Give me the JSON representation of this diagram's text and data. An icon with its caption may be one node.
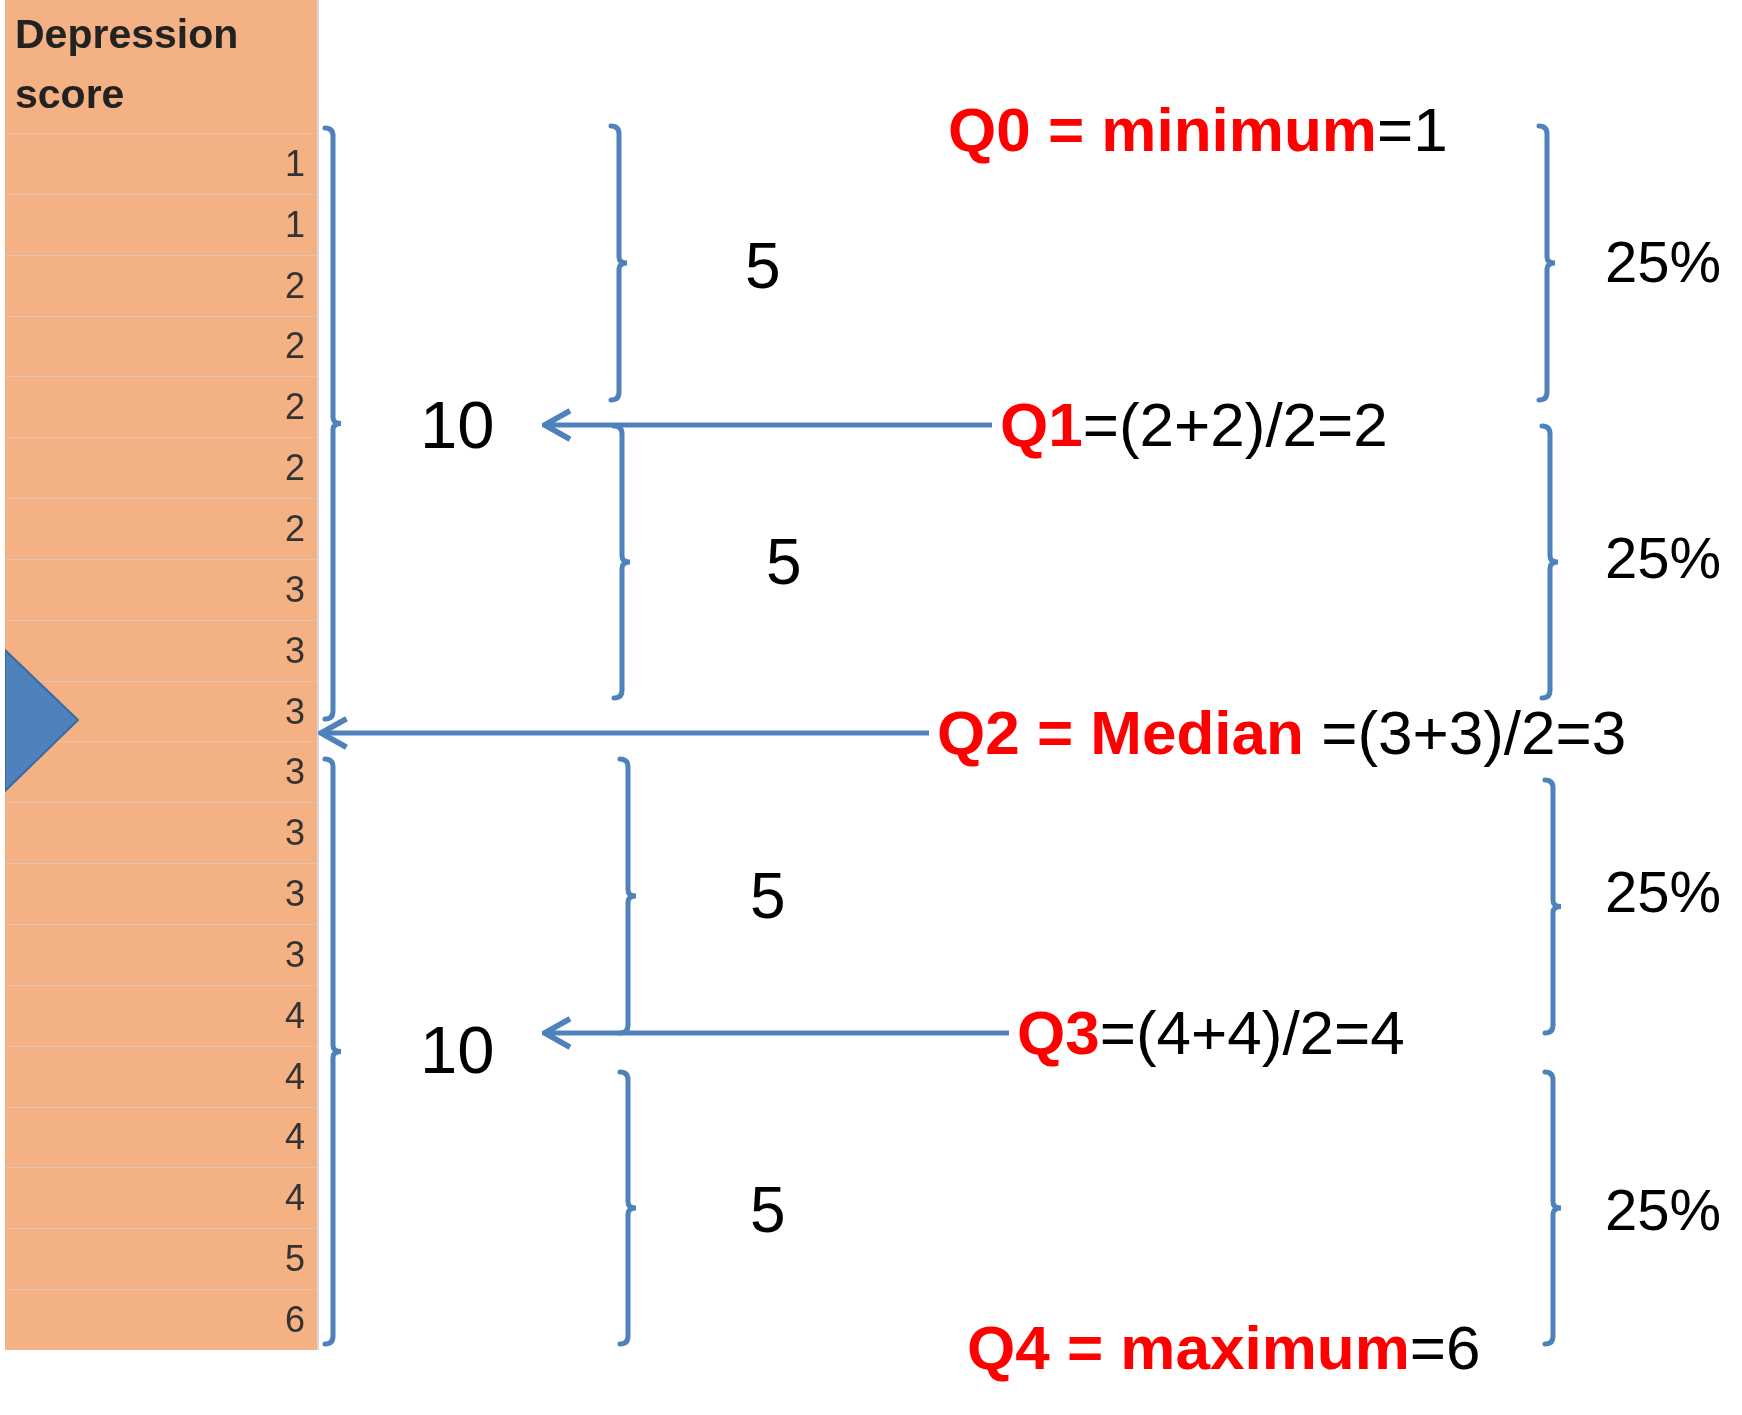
{
  "diagram": {
    "nodes": [
      {
        "text": [
          "Depression score",
          "1",
          "1",
          "2",
          "2",
          "2",
          "2",
          "2",
          "3",
          "3",
          "3",
          "3",
          "3",
          "3",
          "3",
          "4",
          "4",
          "4",
          "4",
          "5",
          "6"
        ]
      },
      {
        "text": [
          "10"
        ]
      },
      {
        "text": [
          "**Q1**=(2+2)/2=2"
        ]
      },
      {
        "text": [
          "**Q2 = Median** =(3+3)/2=3"
        ]
      },
      {
        "text": [
          "10"
        ]
      },
      {
        "text": [
          "**Q3**=(4+4)/2=4"
        ]
      },
      {
        "text": [],
        "shape": "triangle",
        "in": 0
      }
    ],
    "edges": [
      {
        "from": 2,
        "to": 1,
        "arrow": "to"
      },
      {
        "from": 3,
        "to": 0,
        "arrow": "to"
      },
      {
        "from": 5,
        "to": 4,
        "arrow": "to"
      }
    ],
    "labels": [
      "**Q0 = minimum**=1",
      "5",
      "25%",
      "5",
      "25%",
      "5",
      "25%",
      "5",
      "25%",
      "**Q4 = maximum**=6"
    ]
  }
}
